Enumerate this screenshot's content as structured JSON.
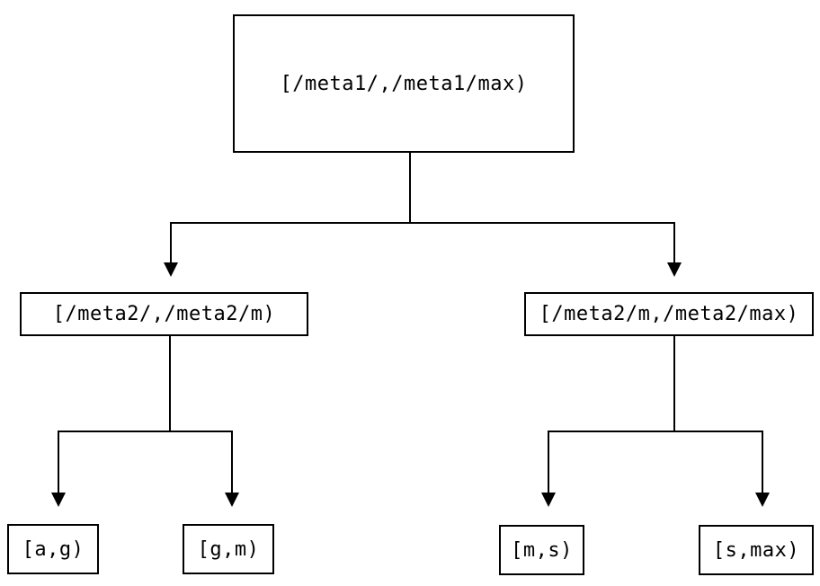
{
  "diagram": {
    "type": "binary-interval-tree",
    "colors": {
      "background": "#ffffff",
      "line": "#000000",
      "text": "#000000"
    },
    "nodes": {
      "root": {
        "label": "[/meta1/,/meta1/max)"
      },
      "meta2_left": {
        "label": "[/meta2/,/meta2/m)"
      },
      "meta2_right": {
        "label": "[/meta2/m,/meta2/max)"
      },
      "leaf_ag": {
        "label": "[a,g)"
      },
      "leaf_gm": {
        "label": "[g,m)"
      },
      "leaf_ms": {
        "label": "[m,s)"
      },
      "leaf_smax": {
        "label": "[s,max)"
      }
    },
    "edges": [
      {
        "from": "root",
        "to": "meta2_left"
      },
      {
        "from": "root",
        "to": "meta2_right"
      },
      {
        "from": "meta2_left",
        "to": "leaf_ag"
      },
      {
        "from": "meta2_left",
        "to": "leaf_gm"
      },
      {
        "from": "meta2_right",
        "to": "leaf_ms"
      },
      {
        "from": "meta2_right",
        "to": "leaf_smax"
      }
    ]
  }
}
